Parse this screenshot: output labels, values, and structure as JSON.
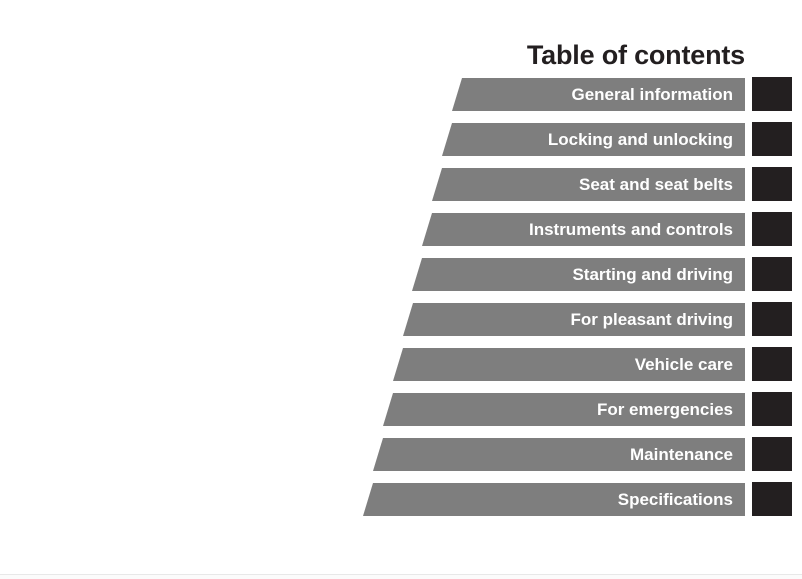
{
  "page": {
    "title": "Table of contents"
  },
  "colors": {
    "bar_gray": "#7e7e7e",
    "tab_black": "#231f20",
    "title_black": "#231f20",
    "label_white": "#ffffff",
    "background": "#ffffff",
    "divider": "#e8e8e8"
  },
  "chapters": [
    {
      "label": "General information"
    },
    {
      "label": "Locking and unlocking"
    },
    {
      "label": "Seat and seat belts"
    },
    {
      "label": "Instruments and controls"
    },
    {
      "label": "Starting and driving"
    },
    {
      "label": "For pleasant driving"
    },
    {
      "label": "Vehicle care"
    },
    {
      "label": "For emergencies"
    },
    {
      "label": "Maintenance"
    },
    {
      "label": "Specifications"
    }
  ]
}
